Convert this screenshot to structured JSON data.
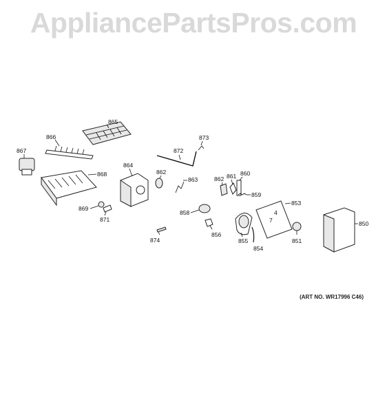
{
  "watermark": "AppliancePartsPros.com",
  "art_number": "(ART NO. WR17996 C46)",
  "parts": [
    {
      "id": "p865",
      "label": "865",
      "name": "ice-mold-cover"
    },
    {
      "id": "p866",
      "label": "866",
      "name": "ejector-rake"
    },
    {
      "id": "p867",
      "label": "867",
      "name": "water-valve"
    },
    {
      "id": "p868",
      "label": "868",
      "name": "ice-mold"
    },
    {
      "id": "p869",
      "label": "869",
      "name": "bearing"
    },
    {
      "id": "p871",
      "label": "871",
      "name": "clip"
    },
    {
      "id": "p864",
      "label": "864",
      "name": "support-housing"
    },
    {
      "id": "p862a",
      "label": "862",
      "name": "cam"
    },
    {
      "id": "p863",
      "label": "863",
      "name": "shutoff-arm-spring"
    },
    {
      "id": "p872",
      "label": "872",
      "name": "shutoff-arm"
    },
    {
      "id": "p873",
      "label": "873",
      "name": "arm-retainer"
    },
    {
      "id": "p874",
      "label": "874",
      "name": "screw"
    },
    {
      "id": "p858",
      "label": "858",
      "name": "gear"
    },
    {
      "id": "p856",
      "label": "856",
      "name": "switch-actuator"
    },
    {
      "id": "p862b",
      "label": "862",
      "name": "cam-lever"
    },
    {
      "id": "p861",
      "label": "861",
      "name": "lever"
    },
    {
      "id": "p860",
      "label": "860",
      "name": "switch-bracket"
    },
    {
      "id": "p859",
      "label": "859",
      "name": "spring"
    },
    {
      "id": "p855",
      "label": "855",
      "name": "motor"
    },
    {
      "id": "p854",
      "label": "854",
      "name": "wire-clip"
    },
    {
      "id": "p853",
      "label": "853",
      "name": "mounting-plate"
    },
    {
      "id": "p851",
      "label": "851",
      "name": "thermostat"
    },
    {
      "id": "p850",
      "label": "850",
      "name": "cover"
    }
  ],
  "plate_marks": [
    "4",
    "7"
  ]
}
